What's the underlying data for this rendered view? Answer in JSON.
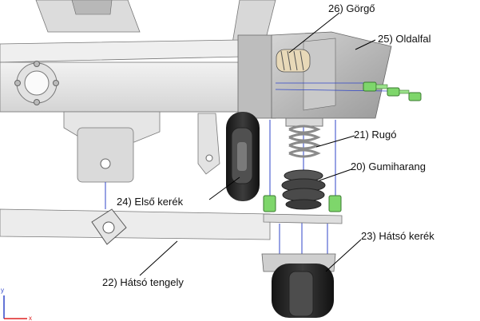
{
  "labels": {
    "gorgo": "26) Görgő",
    "oldalfal": "25) Oldalfal",
    "rugo": "21) Rugó",
    "gumiharang": "20) Gumiharang",
    "elso_kerek": "24) Első kerék",
    "hatso_kerek": "23) Hátsó kerék",
    "hatso_tengely": "22) Hátsó tengely"
  },
  "triad": {
    "y": "y",
    "x": "x"
  },
  "colors": {
    "part_light": "#e9e9e9",
    "part_mid": "#c9c9c9",
    "part_dark": "#8f8f8f",
    "wheel": "#2a2a2a",
    "bolt": "#7ed66b",
    "explode_line": "#2f45c8",
    "leader": "#000000"
  }
}
